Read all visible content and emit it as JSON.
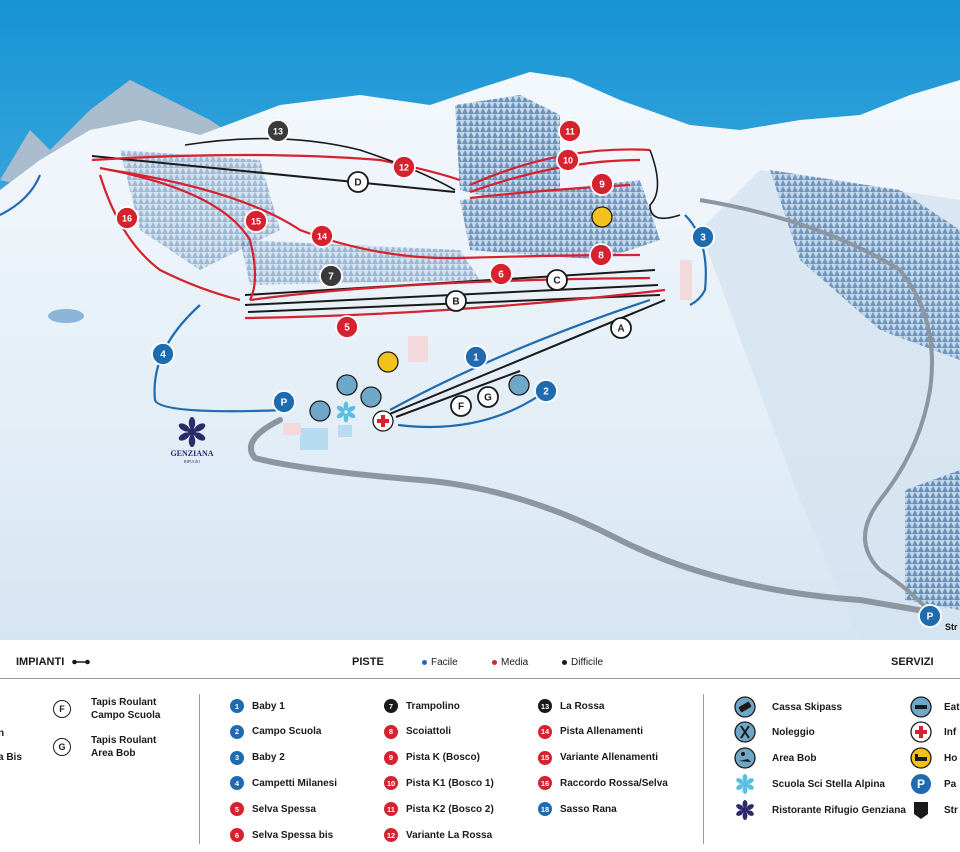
{
  "colors": {
    "facile": "#1f6bb0",
    "media": "#d6212e",
    "difficile": "#1a1a1a",
    "sky": "#2a9fd8"
  },
  "map": {
    "lifts": [
      {
        "label": "13"
      },
      {
        "label": "D"
      },
      {
        "label": "7"
      },
      {
        "label": "C"
      },
      {
        "label": "B"
      },
      {
        "label": "A"
      },
      {
        "label": "F"
      },
      {
        "label": "G"
      }
    ],
    "runs": {
      "blue": [
        "1",
        "2",
        "3",
        "4"
      ],
      "red": [
        "5",
        "6",
        "8",
        "9",
        "10",
        "11",
        "12",
        "14",
        "15",
        "16"
      ]
    },
    "parking": "P",
    "road_label": "Str",
    "genziana": {
      "name": "GENZIANA",
      "sub": "RIFUGIO"
    }
  },
  "legend": {
    "impianti": "IMPIANTI",
    "piste": "PISTE",
    "servizi": "SERVIZI",
    "keys": {
      "facile": "Facile",
      "media": "Media",
      "difficile": "Difficile"
    },
    "lifts_left_cut": [
      "n",
      "a Bis"
    ],
    "tapis": [
      {
        "letter": "F",
        "line1": "Tapis Roulant",
        "line2": "Campo Scuola"
      },
      {
        "letter": "G",
        "line1": "Tapis Roulant",
        "line2": "Area Bob"
      }
    ],
    "runs_col1": [
      {
        "n": "1",
        "name": "Baby 1",
        "c": "#1f6bb0"
      },
      {
        "n": "2",
        "name": "Campo Scuola",
        "c": "#1f6bb0"
      },
      {
        "n": "3",
        "name": "Baby 2",
        "c": "#1f6bb0"
      },
      {
        "n": "4",
        "name": "Campetti Milanesi",
        "c": "#1f6bb0"
      },
      {
        "n": "5",
        "name": "Selva Spessa",
        "c": "#d6212e"
      },
      {
        "n": "6",
        "name": "Selva Spessa bis",
        "c": "#d6212e"
      }
    ],
    "runs_col2": [
      {
        "n": "7",
        "name": "Trampolino",
        "c": "#1a1a1a"
      },
      {
        "n": "8",
        "name": "Scoiattoli",
        "c": "#d6212e"
      },
      {
        "n": "9",
        "name": "Pista K (Bosco)",
        "c": "#d6212e"
      },
      {
        "n": "10",
        "name": "Pista K1 (Bosco 1)",
        "c": "#d6212e"
      },
      {
        "n": "11",
        "name": "Pista K2 (Bosco 2)",
        "c": "#d6212e"
      },
      {
        "n": "12",
        "name": "Variante La Rossa",
        "c": "#d6212e"
      }
    ],
    "runs_col3": [
      {
        "n": "13",
        "name": "La Rossa",
        "c": "#1a1a1a"
      },
      {
        "n": "14",
        "name": "Pista Allenamenti",
        "c": "#d6212e"
      },
      {
        "n": "15",
        "name": "Variante Allenamenti",
        "c": "#d6212e"
      },
      {
        "n": "16",
        "name": "Raccordo Rossa/Selva",
        "c": "#d6212e"
      },
      {
        "n": "18",
        "name": "Sasso Rana",
        "c": "#1f6bb0"
      }
    ],
    "services": [
      {
        "icon": "ticket-icon",
        "name": "Cassa Skipass"
      },
      {
        "icon": "ski-rental-icon",
        "name": "Noleggio"
      },
      {
        "icon": "bob-icon",
        "name": "Area Bob"
      },
      {
        "icon": "ski-school-icon",
        "name": "Scuola Sci Stella Alpina"
      },
      {
        "icon": "edelweiss-icon",
        "name": "Ristorante Rifugio Genziana"
      }
    ],
    "services_right_cut": [
      "Eat",
      "Inf",
      "Ho",
      "Pa",
      "Str"
    ]
  }
}
